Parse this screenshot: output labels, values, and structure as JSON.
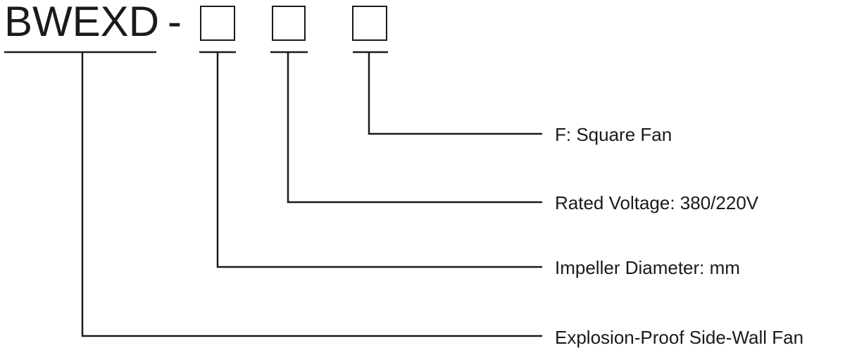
{
  "model_code": {
    "prefix": "BWEXD",
    "separator": "-"
  },
  "fields": [
    {
      "label": "F: Square Fan"
    },
    {
      "label": "Rated Voltage: 380/220V"
    },
    {
      "label": "Impeller Diameter: mm"
    },
    {
      "label": "Explosion-Proof Side-Wall Fan"
    }
  ]
}
